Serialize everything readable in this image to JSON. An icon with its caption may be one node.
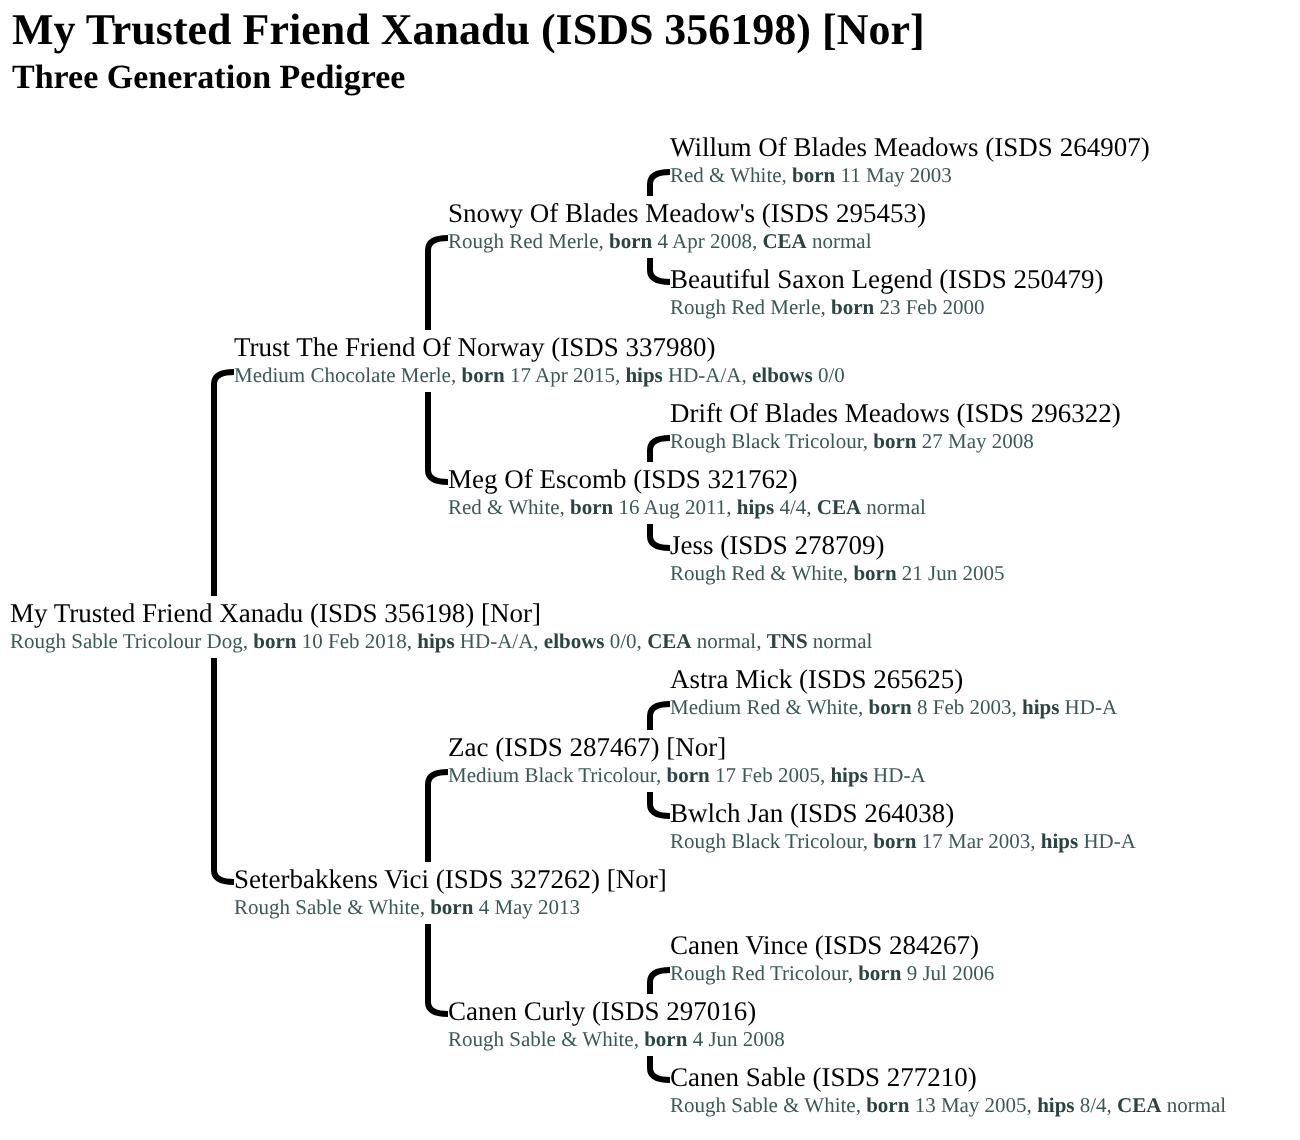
{
  "diagram": {
    "title": "My Trusted Friend Xanadu (ISDS 356198) [Nor]",
    "nodes": [
      {
        "text": [
          "Willum Of Blades Meadows (ISDS 264907)",
          "Red & White, **born** 11 May 2003"
        ]
      },
      {
        "text": [
          "Snowy Of Blades Meadow's (ISDS 295453)",
          "Rough Red Merle, **born** 4 Apr 2008, **CEA** normal"
        ]
      },
      {
        "text": [
          "Beautiful Saxon Legend (ISDS 250479)",
          "Rough Red Merle, **born** 23 Feb 2000"
        ]
      },
      {
        "text": [
          "Trust The Friend Of Norway (ISDS 337980)",
          "Medium Chocolate Merle, **born** 17 Apr 2015, **hips** HD-A/A, **elbows** 0/0"
        ]
      },
      {
        "text": [
          "Drift Of Blades Meadows (ISDS 296322)",
          "Rough Black Tricolour, **born** 27 May 2008"
        ]
      },
      {
        "text": [
          "Meg Of Escomb (ISDS 321762)",
          "Red & White, **born** 16 Aug 2011, **hips** 4/4, **CEA** normal"
        ]
      },
      {
        "text": [
          "Jess (ISDS 278709)",
          "Rough Red & White, **born** 21 Jun 2005"
        ]
      },
      {
        "text": [
          "My Trusted Friend Xanadu (ISDS 356198) [Nor]",
          "Rough Sable Tricolour Dog, **born** 10 Feb 2018, **hips** HD-A/A, **elbows** 0/0, **CEA** normal, **TNS** normal"
        ]
      },
      {
        "text": [
          "Astra Mick (ISDS 265625)",
          "Medium Red & White, **born** 8 Feb 2003, **hips** HD-A"
        ]
      },
      {
        "text": [
          "Zac (ISDS 287467) [Nor]",
          "Medium Black Tricolour, **born** 17 Feb 2005, **hips** HD-A"
        ]
      },
      {
        "text": [
          "Bwlch Jan (ISDS 264038)",
          "Rough Black Tricolour, **born** 17 Mar 2003, **hips** HD-A"
        ]
      },
      {
        "text": [
          "Seterbakkens Vici (ISDS 327262) [Nor]",
          "Rough Sable & White, **born** 4 May 2013"
        ]
      },
      {
        "text": [
          "Canen Vince (ISDS 284267)",
          "Rough Red Tricolour, **born** 9 Jul 2006"
        ]
      },
      {
        "text": [
          "Canen Curly (ISDS 297016)",
          "Rough Sable & White, **born** 4 Jun 2008"
        ]
      },
      {
        "text": [
          "Canen Sable (ISDS 277210)",
          "Rough Sable & White, **born** 13 May 2005, **hips** 8/4, **CEA** normal"
        ]
      }
    ],
    "edges": [
      {
        "from": 7,
        "to": 3,
        "arrow": "none"
      },
      {
        "from": 7,
        "to": 11,
        "arrow": "none"
      },
      {
        "from": 3,
        "to": 1,
        "arrow": "none"
      },
      {
        "from": 3,
        "to": 5,
        "arrow": "none"
      },
      {
        "from": 1,
        "to": 0,
        "arrow": "none"
      },
      {
        "from": 1,
        "to": 2,
        "arrow": "none"
      },
      {
        "from": 5,
        "to": 4,
        "arrow": "none"
      },
      {
        "from": 5,
        "to": 6,
        "arrow": "none"
      },
      {
        "from": 11,
        "to": 9,
        "arrow": "none"
      },
      {
        "from": 11,
        "to": 13,
        "arrow": "none"
      },
      {
        "from": 9,
        "to": 8,
        "arrow": "none"
      },
      {
        "from": 9,
        "to": 10,
        "arrow": "none"
      },
      {
        "from": 13,
        "to": 12,
        "arrow": "none"
      },
      {
        "from": 13,
        "to": 14,
        "arrow": "none"
      }
    ],
    "labels": [
      "Three Generation Pedigree"
    ]
  }
}
